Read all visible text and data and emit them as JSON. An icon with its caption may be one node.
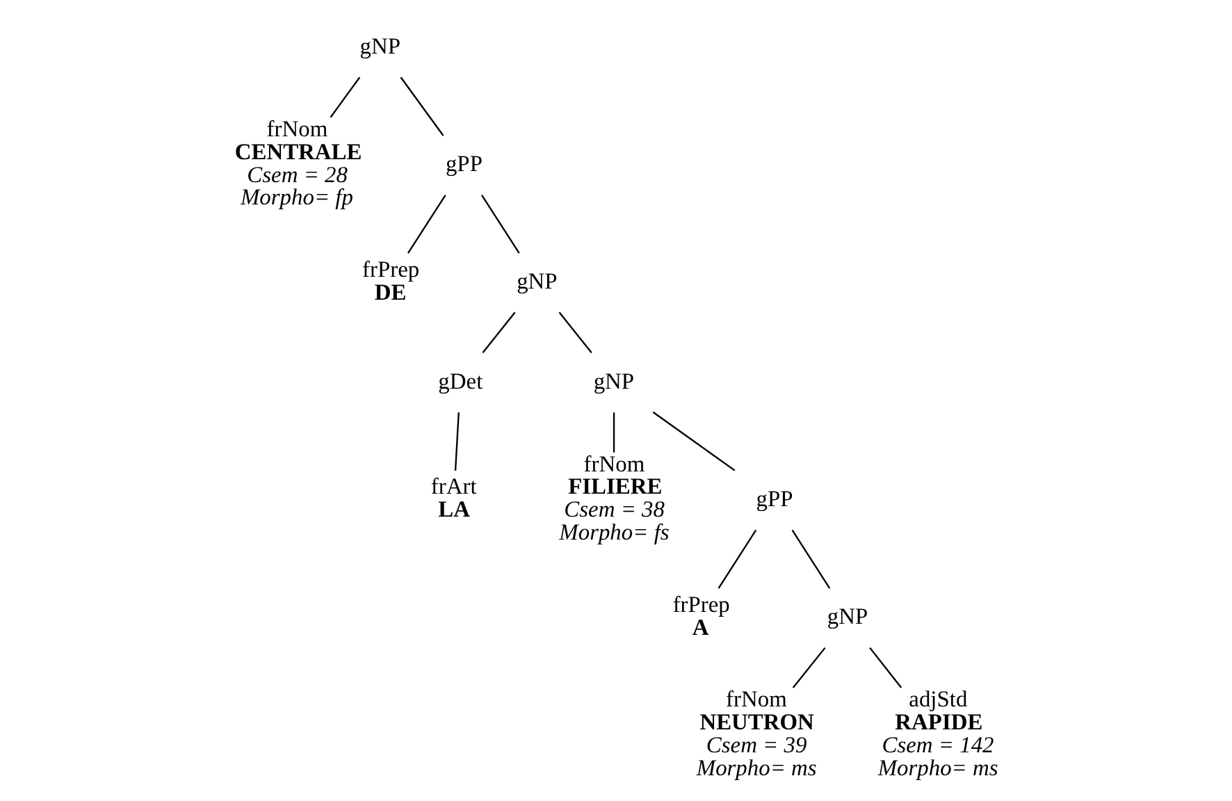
{
  "diagram": {
    "nodes": [
      {
        "text": [
          "gNP"
        ]
      },
      {
        "text": [
          "frNom",
          "CENTRALE",
          "Csem = 28",
          "Morpho= fp"
        ]
      },
      {
        "text": [
          "gPP"
        ]
      },
      {
        "text": [
          "frPrep",
          "DE"
        ]
      },
      {
        "text": [
          "gNP"
        ]
      },
      {
        "text": [
          "gDet"
        ]
      },
      {
        "text": [
          "frArt",
          "LA"
        ]
      },
      {
        "text": [
          "gNP"
        ]
      },
      {
        "text": [
          "frNom",
          "FILIERE",
          "Csem = 38",
          "Morpho= fs"
        ]
      },
      {
        "text": [
          "gPP"
        ]
      },
      {
        "text": [
          "frPrep",
          "A"
        ]
      },
      {
        "text": [
          "gNP"
        ]
      },
      {
        "text": [
          "frNom",
          "NEUTRON",
          "Csem = 39",
          "Morpho= ms"
        ]
      },
      {
        "text": [
          "adjStd",
          "RAPIDE",
          "Csem = 142",
          "Morpho= ms"
        ]
      }
    ],
    "edges": [
      {
        "from": 0,
        "to": 1,
        "arrow": "none"
      },
      {
        "from": 0,
        "to": 2,
        "arrow": "none"
      },
      {
        "from": 2,
        "to": 3,
        "arrow": "none"
      },
      {
        "from": 2,
        "to": 4,
        "arrow": "none"
      },
      {
        "from": 4,
        "to": 5,
        "arrow": "none"
      },
      {
        "from": 4,
        "to": 7,
        "arrow": "none"
      },
      {
        "from": 5,
        "to": 6,
        "arrow": "none"
      },
      {
        "from": 7,
        "to": 8,
        "arrow": "none"
      },
      {
        "from": 7,
        "to": 9,
        "arrow": "none"
      },
      {
        "from": 9,
        "to": 10,
        "arrow": "none"
      },
      {
        "from": 9,
        "to": 11,
        "arrow": "none"
      },
      {
        "from": 11,
        "to": 12,
        "arrow": "none"
      },
      {
        "from": 11,
        "to": 13,
        "arrow": "none"
      }
    ]
  }
}
